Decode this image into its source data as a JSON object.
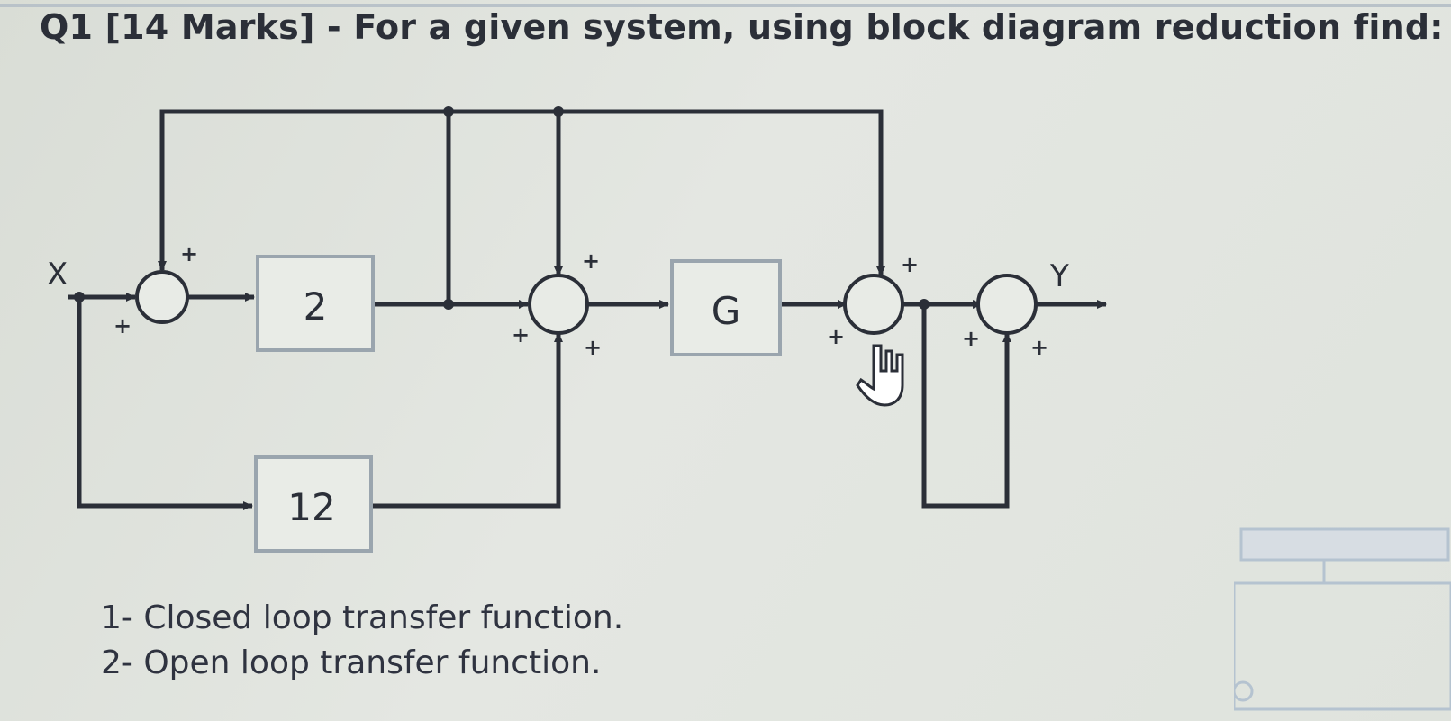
{
  "question": {
    "title": "Q1 [14 Marks] - For a given system, using block diagram reduction find:"
  },
  "diagram": {
    "input_label": "X",
    "output_label": "Y",
    "blocks": [
      {
        "id": "block-2",
        "label": "2"
      },
      {
        "id": "block-g",
        "label": "G"
      },
      {
        "id": "block-12",
        "label": "12"
      }
    ],
    "sign": "+"
  },
  "tasks": [
    "1- Closed loop transfer function.",
    "2- Open loop transfer function."
  ],
  "colors": {
    "line": "#2b2f38",
    "block_fill": "#e9ece7",
    "block_border": "#9aa5ae",
    "background": "#dfe3dd"
  }
}
